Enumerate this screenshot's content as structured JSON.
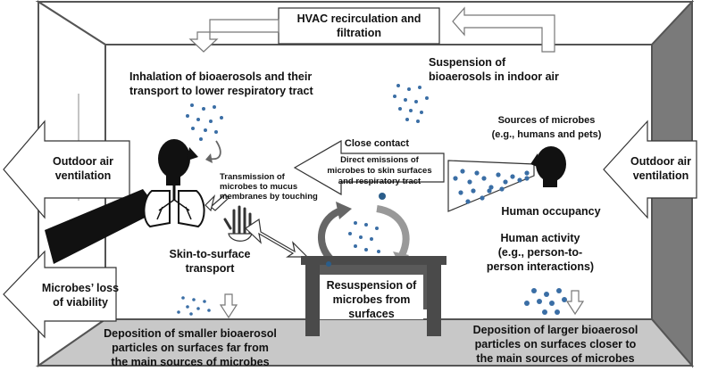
{
  "hvac": {
    "line1": "HVAC recirculation and",
    "line2": "filtration"
  },
  "outdoor_left": {
    "line1": "Outdoor air",
    "line2": "ventilation"
  },
  "outdoor_right": {
    "line1": "Outdoor air",
    "line2": "ventilation"
  },
  "loss": {
    "line1": "Microbes’ loss",
    "line2": "of viability"
  },
  "inhalation": {
    "line1": "Inhalation of bioaerosols and their",
    "line2": "transport to lower respiratory tract"
  },
  "suspension": {
    "line1": "Suspension of",
    "line2": "bioaerosols in indoor air"
  },
  "sources": {
    "line1": "Sources of microbes",
    "line2": "(e.g., humans and pets)"
  },
  "close_contact": "Close contact",
  "direct_emissions": {
    "line1": "Direct emissions of",
    "line2": "microbes to skin surfaces",
    "line3": "and respiratory tract"
  },
  "transmission": {
    "line1": "Transmission of",
    "line2": "microbes to mucus",
    "line3": "membranes by touching"
  },
  "human_occupancy": "Human occupancy",
  "human_activity": {
    "line1": "Human activity",
    "line2": "(e.g., person-to-",
    "line3": "person interactions)"
  },
  "skin_surface": {
    "line1": "Skin-to-surface",
    "line2": "transport"
  },
  "resuspension": {
    "line1": "Resuspension of",
    "line2": "microbes from",
    "line3": "surfaces"
  },
  "deposition_small": {
    "line1": "Deposition of smaller bioaerosol",
    "line2": "particles on surfaces far from",
    "line3": "the main sources of microbes"
  },
  "deposition_large": {
    "line1": "Deposition of larger bioaerosol",
    "line2": "particles on surfaces closer to",
    "line3": "the main sources of microbes"
  },
  "colors": {
    "particle": "#3a6ea5",
    "floor": "#c8c8c8",
    "right_wall": "#7a7a7a",
    "table": "#4a4a4a",
    "silhouette": "#111111"
  }
}
